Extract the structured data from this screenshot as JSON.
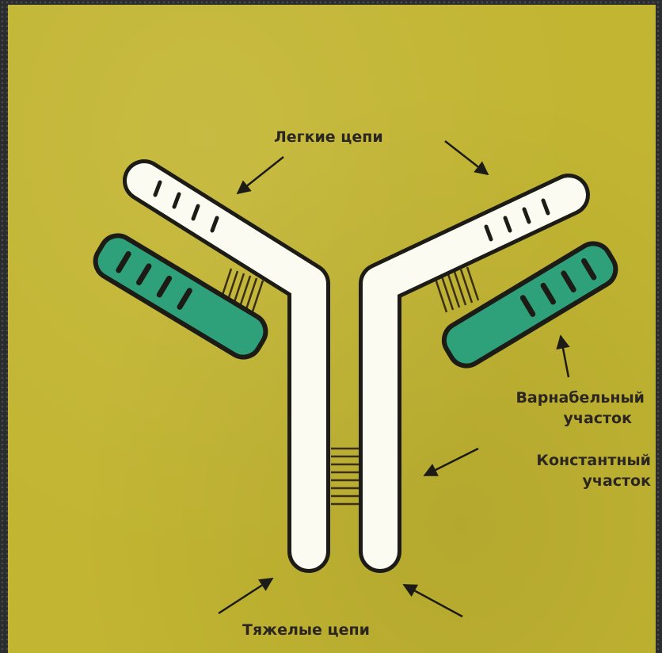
{
  "labels": {
    "light_chains": "Легкие цепи",
    "variable_region_line1": "Варнабельный",
    "variable_region_line2": "участок",
    "constant_region_line1": "Константный",
    "constant_region_line2": "участок",
    "heavy_chains": "Тяжелые цепи"
  },
  "colors": {
    "background": "#c2b532",
    "heavy_chain_fill": "#fbfbf1",
    "light_chain_fill": "#2ea07a",
    "outline": "#1d1b16"
  }
}
